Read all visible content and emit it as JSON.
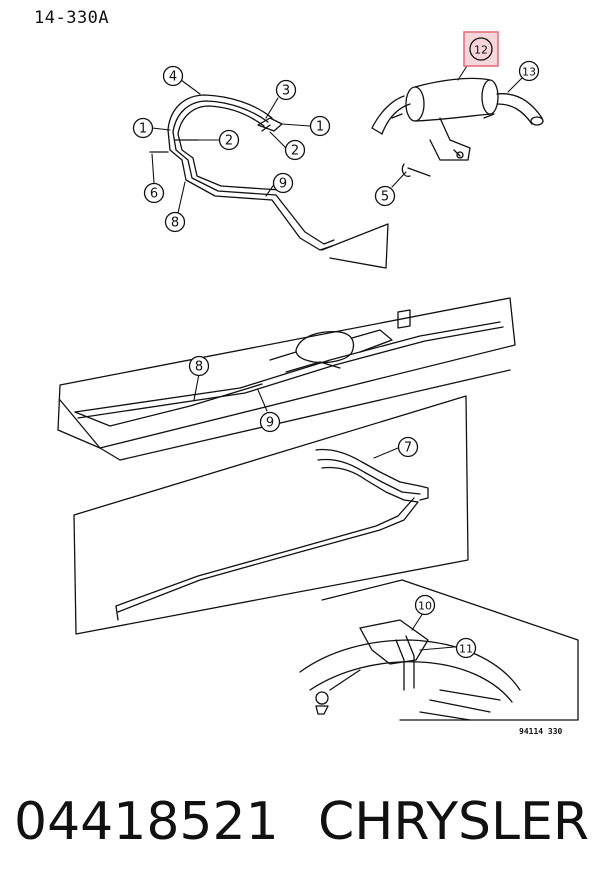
{
  "figure_code": "14-330A",
  "figure_id": "94114 330",
  "part_number": "04418521",
  "make": "CHRYSLER",
  "callouts": [
    {
      "id": "c4",
      "label": "4"
    },
    {
      "id": "c3",
      "label": "3"
    },
    {
      "id": "c1a",
      "label": "1"
    },
    {
      "id": "c1b",
      "label": "1"
    },
    {
      "id": "c2a",
      "label": "2"
    },
    {
      "id": "c2b",
      "label": "2"
    },
    {
      "id": "c6",
      "label": "6"
    },
    {
      "id": "c8a",
      "label": "8"
    },
    {
      "id": "c9a",
      "label": "9"
    },
    {
      "id": "c12",
      "label": "12",
      "highlighted": true
    },
    {
      "id": "c13",
      "label": "13"
    },
    {
      "id": "c5",
      "label": "5"
    },
    {
      "id": "c8b",
      "label": "8"
    },
    {
      "id": "c9b",
      "label": "9"
    },
    {
      "id": "c7",
      "label": "7"
    },
    {
      "id": "c10",
      "label": "10"
    },
    {
      "id": "c11",
      "label": "11"
    }
  ],
  "highlight_color": "#e06b78"
}
